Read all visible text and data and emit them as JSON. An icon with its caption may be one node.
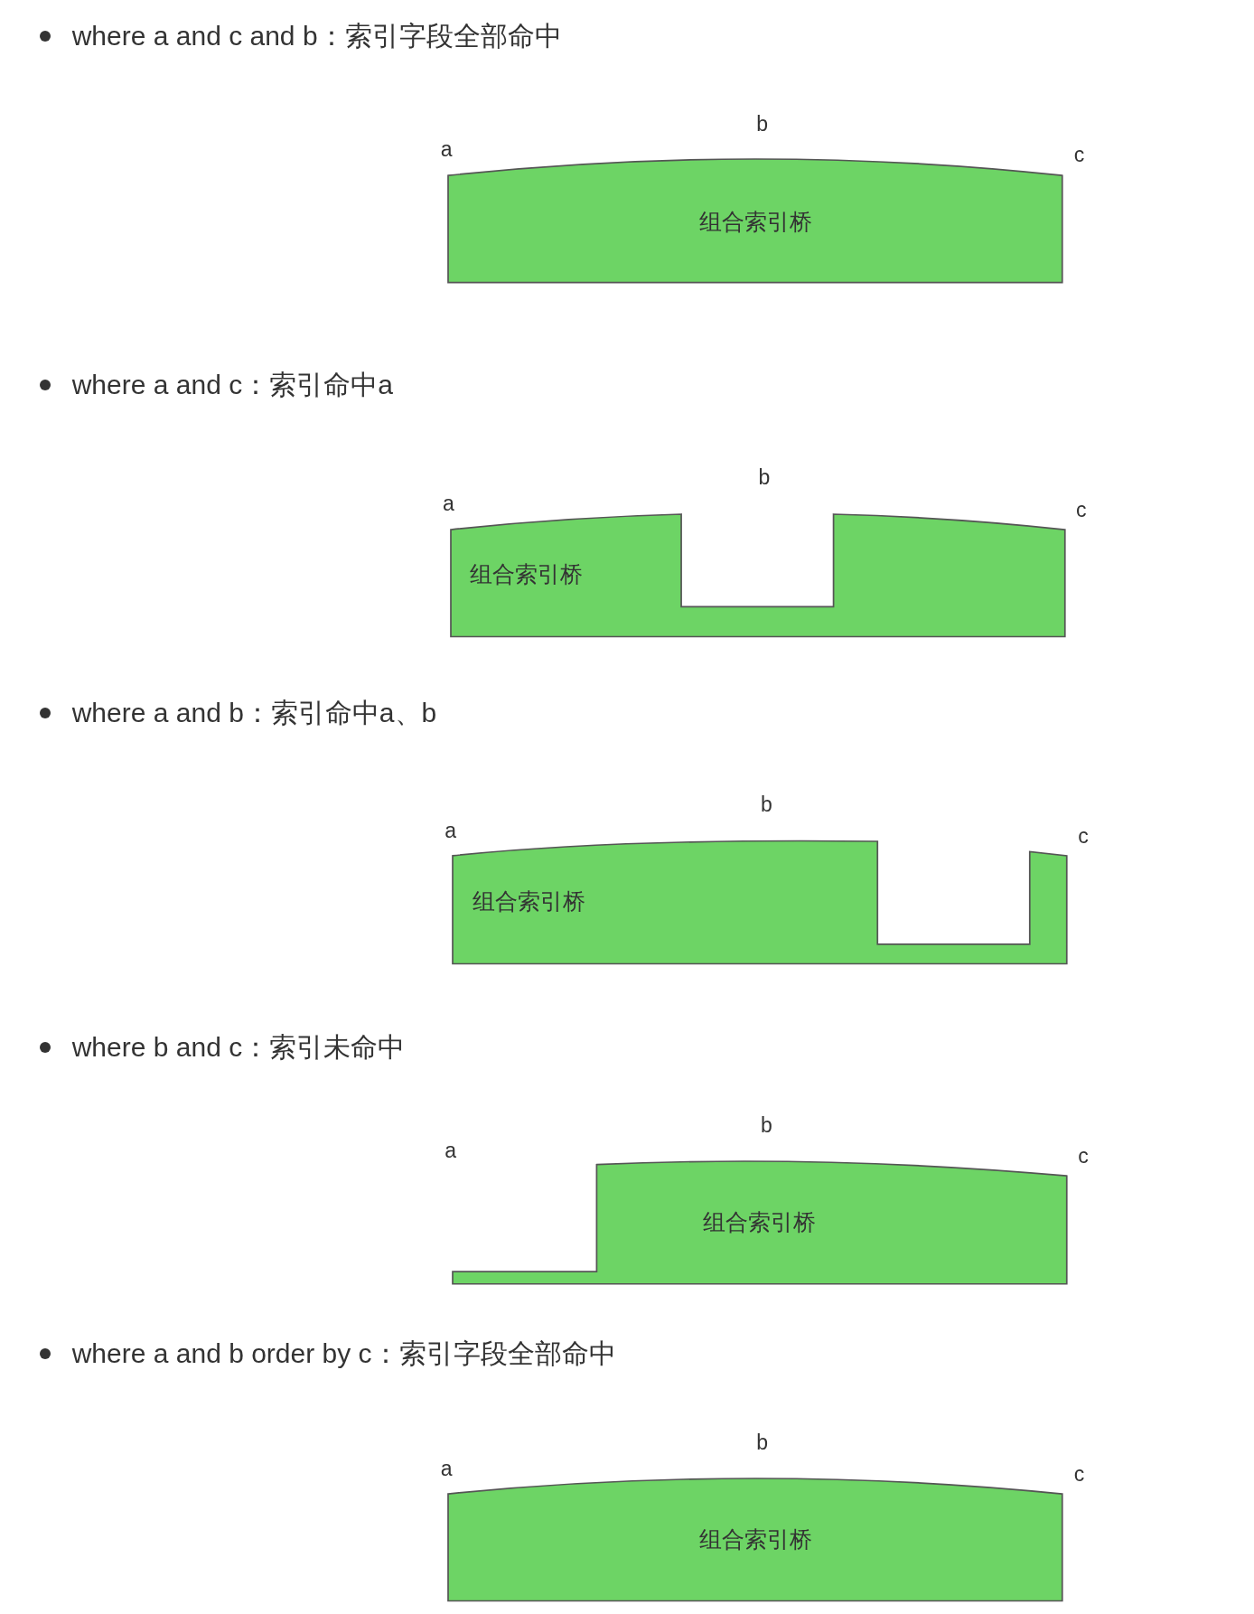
{
  "diagram": {
    "nodes": [
      {
        "text": [
          "组合索引桥"
        ],
        "beside": [
          "a",
          "b",
          "c"
        ]
      },
      {
        "text": [
          "组合索引桥"
        ],
        "beside": [
          "a",
          "b",
          "c"
        ]
      },
      {
        "text": [
          "组合索引桥"
        ],
        "beside": [
          "a",
          "b",
          "c"
        ]
      },
      {
        "text": [
          "组合索引桥"
        ],
        "beside": [
          "a",
          "b",
          "c"
        ]
      },
      {
        "text": [
          "组合索引桥"
        ],
        "beside": [
          "a",
          "b",
          "c"
        ]
      }
    ],
    "labels": [
      "where a and c and b：索引字段全部命中",
      "where a and c：索引命中a",
      "where a and b：索引命中a、b",
      "where b and c：索引未命中",
      "where a and b order by c：索引字段全部命中"
    ]
  }
}
